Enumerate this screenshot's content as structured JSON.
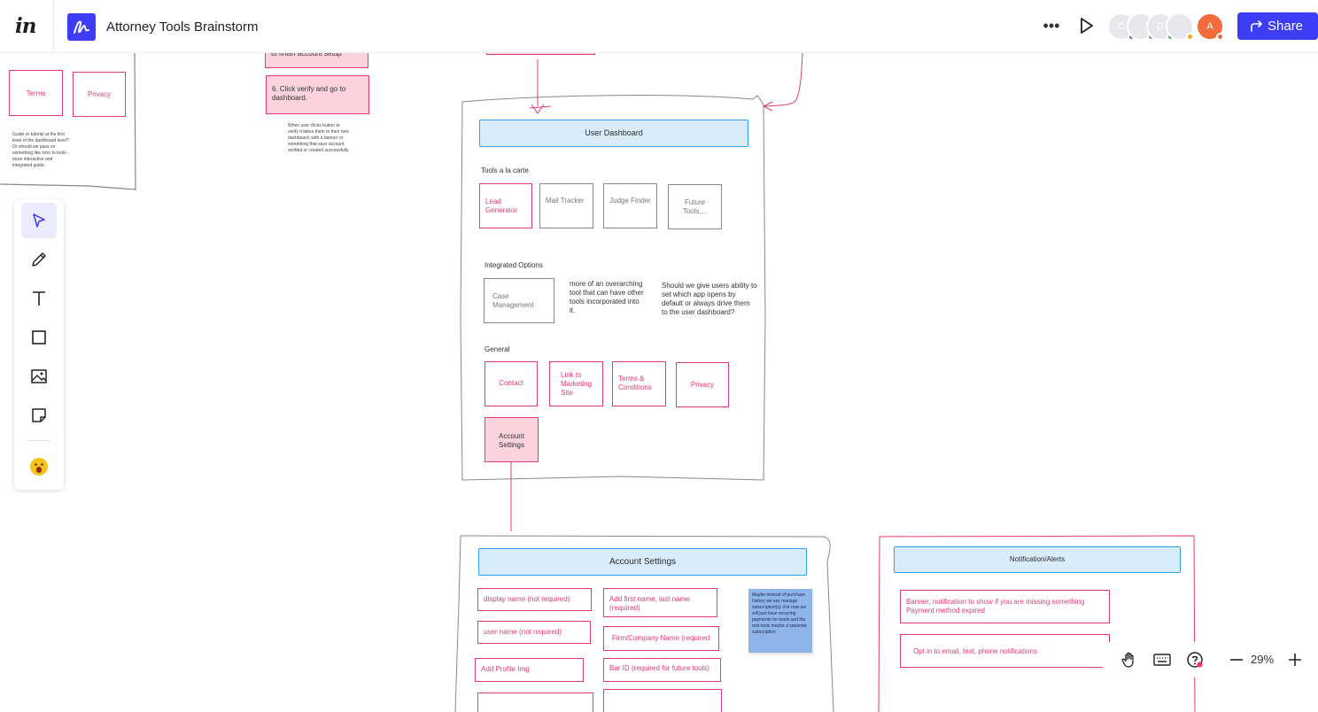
{
  "app": {
    "logo": "in",
    "board_title": "Attorney Tools Brainstorm",
    "share_label": "Share",
    "avatars": [
      {
        "initial": "C",
        "bg": "#e6e6ea",
        "dot": "#3d6fe0"
      },
      {
        "initial": "",
        "bg": "#e6e6ea",
        "dot": "#8a8aa0"
      },
      {
        "initial": "D",
        "bg": "#e6e6ea",
        "dot": "#3fae56"
      },
      {
        "initial": "",
        "bg": "#e6e6ea",
        "dot": "#f5a623"
      },
      {
        "initial": "A",
        "bg": "#f26b3a",
        "dot": "#f26b3a"
      }
    ]
  },
  "tools": [
    "select-icon",
    "pen-icon",
    "text-icon",
    "rectangle-icon",
    "image-icon",
    "sticky-note-icon",
    "emoji-icon"
  ],
  "zoom": {
    "level": "29%"
  },
  "canvas": {
    "left_frame": {
      "terms": "Terms",
      "privacy": "Privacy",
      "note": "Guide or tutorial at the first level of the dashboard level? Or should we pass on something like intro to tools - more interactive and integrated guide."
    },
    "steps": {
      "step5": "to finish account setup",
      "step6": "6. Click verify and go to dashboard.",
      "note": "When user clicks button to verify it takes them to their new dashboard, with a banner or something that says account verified or created successfully."
    },
    "dashboard": {
      "title": "User Dashboard",
      "tools_heading": "Tools a la carte",
      "tools": [
        "Lead Generator",
        "Mail Tracker",
        "Judge Finder",
        "Future Tools...."
      ],
      "integrated_heading": "Integrated Options",
      "case_management": "Case Management",
      "integrated_note": "more of an overarching tool that can have other tools incorporated into it.",
      "question": "Should we give users ability to set which app opens by default or always drive them to the user dashboard?",
      "general_heading": "General",
      "general": [
        "Contact",
        "Link to Marketing Site",
        "Terms & Conditions",
        "Privacy"
      ],
      "account_settings": "Account Settings"
    },
    "account_settings": {
      "title": "Account Settings",
      "fields_left": [
        "display name (not required)",
        "user name (not required)",
        "Add Profile Img"
      ],
      "fields_right": [
        "Add first name, last name (required)",
        "Firm/Company Name (required",
        "Bar ID (required for future tools)"
      ],
      "sticky": "Maybe instead of purchase history we say manage subscription(s). For now we will just have recurring payments for leads and the rest tools maybe a separate subscription"
    },
    "notifications": {
      "title": "Notification/Alerts",
      "items": [
        "Banner, notification to show if you are missing something Payment method expired",
        "Opt in to email, text, phone notifications"
      ]
    }
  }
}
